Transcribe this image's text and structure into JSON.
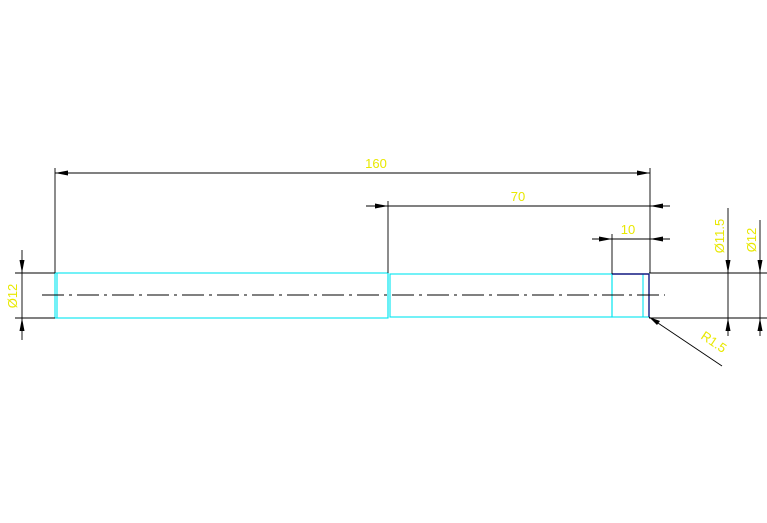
{
  "drawing": {
    "background": "#ffffff",
    "colors": {
      "outline": "#00e5f0",
      "dimension_text": "#e8e800",
      "dimension_lines": "#000000",
      "edge_highlight": "#1a1a80"
    },
    "dimensions": {
      "overall_length": "160",
      "middle_length": "70",
      "end_length": "10",
      "left_diameter": "Ø12",
      "right_inner_diameter": "Ø11.5",
      "right_outer_diameter": "Ø12",
      "fillet_radius": "R1.5"
    }
  }
}
